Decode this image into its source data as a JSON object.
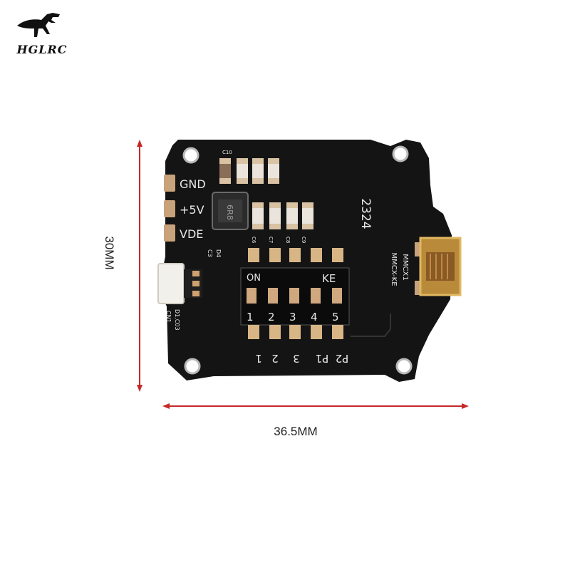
{
  "brand": {
    "name": "HGLRC",
    "logo_icon": "dinosaur-icon"
  },
  "dimensions": {
    "width_label": "36.5MM",
    "height_label": "30MM",
    "arrow_color": "#c62828"
  },
  "board": {
    "color": "#141414",
    "silk_color": "#e8e8e8",
    "pad_color": "#c8a27a",
    "pad_labels": [
      "GND",
      "+5V",
      "VDE"
    ],
    "chip_marking": "6R8",
    "date_code": "2324",
    "model_markings": [
      "MMCX1",
      "MMCX-KE"
    ],
    "switch": {
      "on_label": "ON",
      "ke_label": "KE",
      "numbers": [
        "1",
        "2",
        "3",
        "4",
        "5"
      ],
      "bottom_labels": [
        "1",
        "2",
        "3",
        "P1",
        "P2"
      ]
    },
    "small_markings": [
      "C3",
      "D4",
      "CN1",
      "D1,C03",
      "C6",
      "C7",
      "C8",
      "C9",
      "C10"
    ]
  }
}
